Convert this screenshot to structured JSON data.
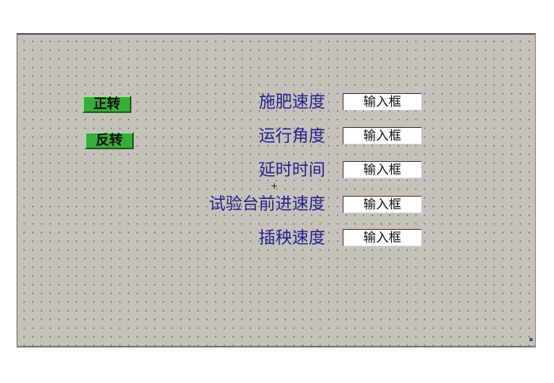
{
  "buttons": {
    "forward": "正转",
    "reverse": "反转"
  },
  "params": [
    {
      "label": "施肥速度",
      "value": "输入框"
    },
    {
      "label": "运行角度",
      "value": "输入框"
    },
    {
      "label": "延时时间",
      "value": "输入框"
    },
    {
      "label": "试验台前进速度",
      "value": "输入框"
    },
    {
      "label": "插秧速度",
      "value": "输入框"
    }
  ],
  "colors": {
    "panel_bg": "#c6c1bb",
    "button_green": "#3aac3a",
    "label_blue": "#23238e"
  }
}
